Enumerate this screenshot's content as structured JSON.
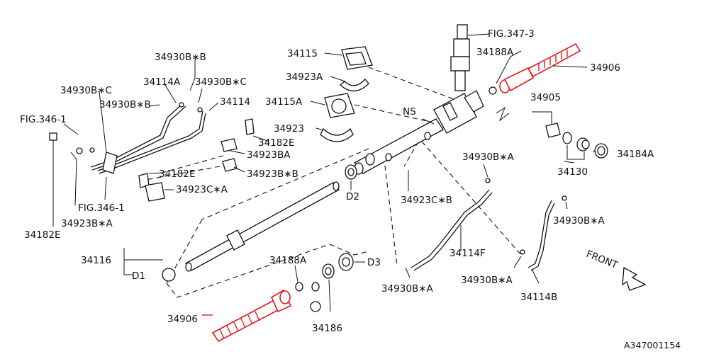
{
  "diagram_id": "A347001154",
  "labels": {
    "fig_347_3": "FIG.347-3",
    "p34188A_top": "34188A",
    "p34906_top": "34906",
    "p34115": "34115",
    "p34923A": "34923A",
    "p34115A": "34115A",
    "ns": "NS",
    "p34923": "34923",
    "p34905": "34905",
    "p34930BB": "34930B∗B",
    "p34114A": "34114A",
    "p34930BC_top": "34930B∗C",
    "p34930BC_left": "34930B∗C",
    "p34930BB_mid": "34930B∗B",
    "p34114": "34114",
    "fig_346_1_top": "FIG.346-1",
    "p34182E_mid": "34182E",
    "p34923BA_mid": "34923BA",
    "p34923BB": "34923B∗B",
    "p34182E_low": "34182E",
    "p34923CA": "34923C∗A",
    "fig_346_1_low": "FIG.346-1",
    "p34923BA_low": "34923B∗A",
    "p34182E_left": "34182E",
    "d2": "D2",
    "p34923CB": "34923C∗B",
    "p34930BA_right": "34930B∗A",
    "p34184A": "34184A",
    "p34130": "34130",
    "p34930BA_farright": "34930B∗A",
    "p34114F": "34114F",
    "front": "FRONT",
    "p34116": "34116",
    "d1": "D1",
    "p34188A_low": "34188A",
    "d3": "D3",
    "p34930BA_bottom": "34930B∗A",
    "p34930BA_bottom2": "34930B∗A",
    "p34114B": "34114B",
    "p34906_low": "34906",
    "p34186": "34186"
  },
  "colors": {
    "line": "#111111",
    "highlight": "#e01818",
    "background": "#ffffff"
  }
}
